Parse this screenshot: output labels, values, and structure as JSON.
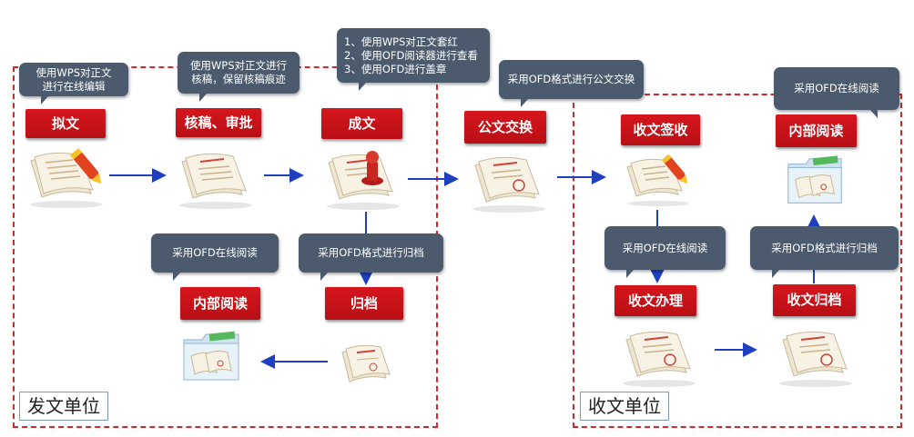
{
  "regions": {
    "send": "发文单位",
    "receive": "收文单位"
  },
  "steps": {
    "draft": "拟文",
    "review": "核稿、审批",
    "finalize": "成文",
    "exchange": "公文交换",
    "send_read": "内部阅读",
    "archive": "归档",
    "receive_sign": "收文签收",
    "receive_handle": "收文办理",
    "receive_archive": "收文归档",
    "receive_read": "内部阅读"
  },
  "callouts": {
    "draft": "使用WPS对正文进行在线编辑",
    "review": "使用WPS对正文进行\n核稿，保留核稿痕迹",
    "finalize": "1、使用WPS对正文套红\n2、使用OFD阅读器进行查看\n3、使用OFD进行盖章",
    "exchange": "采用OFD格式进行公文交换",
    "send_read": "采用OFD在线阅读",
    "archive": "采用OFD格式进行归档",
    "receive_read": "采用OFD在线阅读",
    "receive_handle": "采用OFD在线阅读",
    "receive_archive": "采用OFD格式进行归档"
  },
  "colors": {
    "accent_red": "#d6161d",
    "callout_bg": "#4b5b6d",
    "arrow_blue": "#1f3fbf",
    "dashed_border": "#d9262c"
  }
}
